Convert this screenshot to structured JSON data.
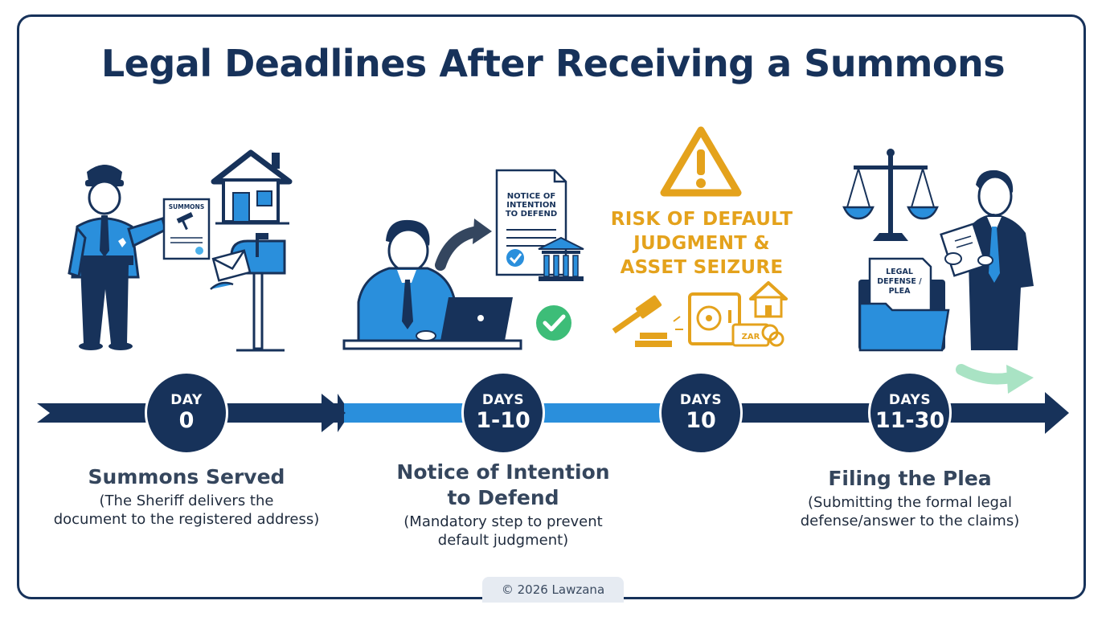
{
  "title": "Legal Deadlines After Receiving a Summons",
  "doc_labels": {
    "summons": "SUMMONS",
    "notice": [
      "NOTICE OF",
      "INTENTION",
      "TO DEFEND"
    ],
    "plea": [
      "LEGAL",
      "DEFENSE /",
      "PLEA"
    ],
    "currency": "ZAR"
  },
  "risk_text": [
    "RISK OF DEFAULT",
    "JUDGMENT &",
    "ASSET SEIZURE"
  ],
  "milestones": [
    {
      "top": "DAY",
      "num": "0"
    },
    {
      "top": "DAYS",
      "num": "1-10"
    },
    {
      "top": "DAYS",
      "num": "10"
    },
    {
      "top": "DAYS",
      "num": "11-30"
    }
  ],
  "steps": [
    {
      "heading": "Summons Served",
      "desc": [
        "(The Sheriff delivers the",
        "document to the registered address)"
      ]
    },
    {
      "heading": [
        "Notice of Intention",
        "to Defend"
      ],
      "desc": [
        "(Mandatory step to prevent",
        "default judgment)"
      ]
    },
    {
      "heading": "Filing the Plea",
      "desc": [
        "(Submitting the formal legal",
        "defense/answer to the claims)"
      ]
    }
  ],
  "footer": "© 2026 Lawzana",
  "colors": {
    "navy": "#17325a",
    "blue": "#2a8fdc",
    "light_blue": "#4bb0ea",
    "orange": "#e4a21c",
    "green": "#3dbd78"
  }
}
